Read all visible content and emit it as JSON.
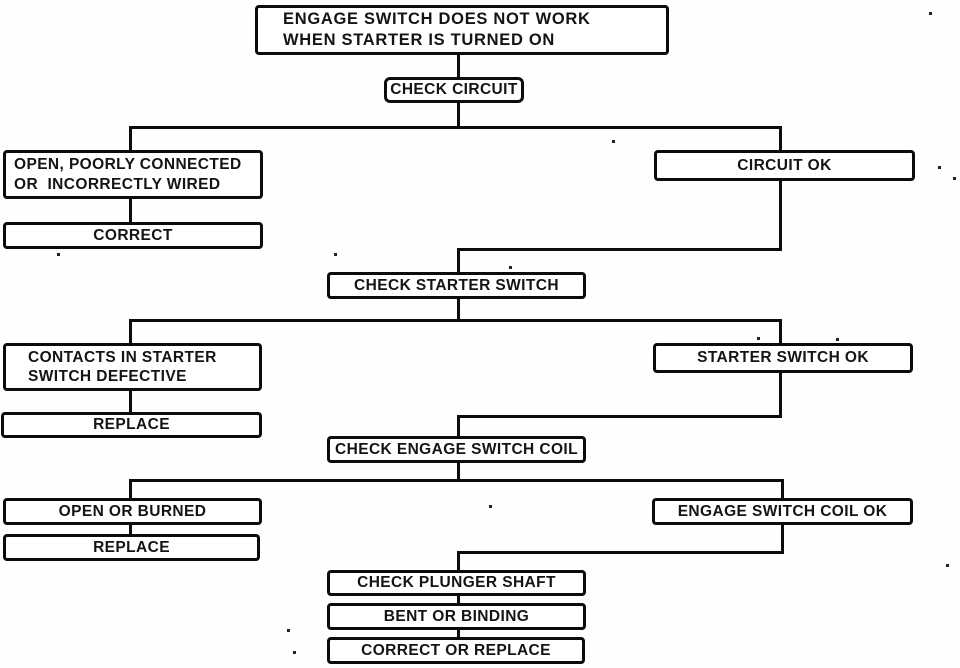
{
  "diagram": {
    "title": "Engage switch troubleshooting flowchart",
    "nodes": {
      "problem": {
        "lines": [
          "ENGAGE SWITCH DOES NOT WORK",
          "WHEN STARTER IS TURNED ON"
        ]
      },
      "check_circuit": {
        "label": "CHECK CIRCUIT"
      },
      "circuit_fault": {
        "lines": [
          "OPEN, POORLY CONNECTED",
          "OR  INCORRECTLY WIRED"
        ]
      },
      "circuit_fix": {
        "label": "CORRECT"
      },
      "circuit_ok": {
        "label": "CIRCUIT OK"
      },
      "check_starter_switch": {
        "label": "CHECK STARTER SWITCH"
      },
      "starter_fault": {
        "lines": [
          "CONTACTS IN STARTER",
          "SWITCH DEFECTIVE"
        ]
      },
      "starter_fix": {
        "label": "REPLACE"
      },
      "starter_ok": {
        "label": "STARTER SWITCH OK"
      },
      "check_engage_coil": {
        "label": "CHECK ENGAGE SWITCH COIL"
      },
      "coil_fault": {
        "label": "OPEN OR BURNED"
      },
      "coil_fix": {
        "label": "REPLACE"
      },
      "coil_ok": {
        "label": "ENGAGE SWITCH COIL OK"
      },
      "check_plunger": {
        "label": "CHECK PLUNGER SHAFT"
      },
      "plunger_fault": {
        "label": "BENT OR BINDING"
      },
      "plunger_fix": {
        "label": "CORRECT OR REPLACE"
      }
    },
    "colors": {
      "ink": "#0c0c0c",
      "paper": "#fefefe"
    }
  }
}
